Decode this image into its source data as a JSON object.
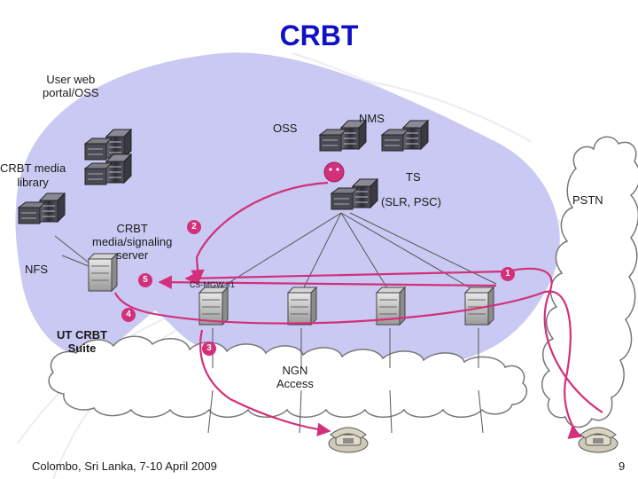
{
  "title": "CRBT",
  "labels": {
    "user_portal": "User web\nportal/OSS",
    "oss": "OSS",
    "nms": "NMS",
    "media_library": "CRBT media\nlibrary",
    "ts": "TS",
    "slr_psc": "(SLR, PSC)",
    "pstn": "PSTN",
    "media_server": "CRBT\nmedia/signaling\nserver",
    "nfs": "NFS",
    "cs_mgw": "CS-MGW #1",
    "ut_suite": "UT CRBT\nSuite",
    "ngn_access": "NGN\nAccess"
  },
  "steps": [
    "1",
    "2",
    "3",
    "4",
    "5"
  ],
  "footer": {
    "location": "Colombo, Sri Lanka, 7-10 April 2009",
    "page": "9"
  },
  "colors": {
    "title": "#1010c8",
    "region": "#c9c9f3",
    "arrow": "#d2307a",
    "line": "#555555"
  }
}
